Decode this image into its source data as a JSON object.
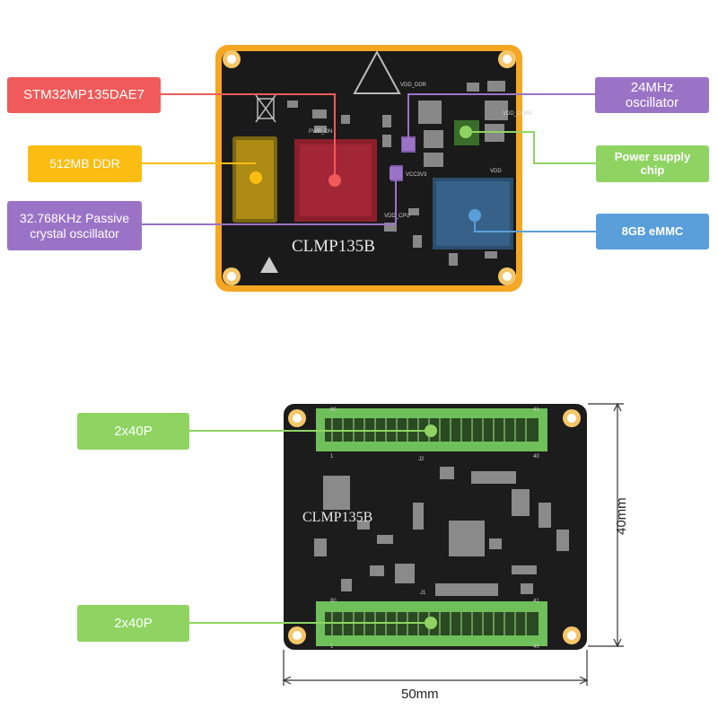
{
  "colors": {
    "red": "#f05a5a",
    "yellow": "#fbbd11",
    "purple": "#9b73c6",
    "green": "#8fd463",
    "blue": "#5a9fd9",
    "board_border": "#f5a623",
    "board": "#1a1a1a"
  },
  "top_view": {
    "board_silkscreen": "CLMP135B",
    "silk_labels": [
      "VDD_DDR",
      "PWR_ON",
      "VCC3V3",
      "VDD_CPU",
      "VDD",
      "VDD_CORE"
    ],
    "callouts": [
      {
        "text": "STM32MP135DAE7",
        "color": "red"
      },
      {
        "text": "512MB DDR",
        "color": "yellow"
      },
      {
        "text": "32.768KHz Passive crystal oscillator",
        "color": "purple"
      },
      {
        "text": "24MHz oscillator",
        "color": "purple"
      },
      {
        "text": "Power supply chip",
        "color": "green"
      },
      {
        "text": "8GB eMMC",
        "color": "blue"
      }
    ]
  },
  "bottom_view": {
    "board_silkscreen": "CLMP135B",
    "connector_labels": [
      "J2",
      "J1"
    ],
    "pin_numbers": [
      "80",
      "41",
      "1",
      "40",
      "80",
      "41",
      "1",
      "40"
    ],
    "callouts": [
      {
        "text": "2x40P",
        "color": "green"
      },
      {
        "text": "2x40P",
        "color": "green"
      }
    ],
    "dimensions": {
      "height": "40mm",
      "width": "50mm"
    }
  }
}
